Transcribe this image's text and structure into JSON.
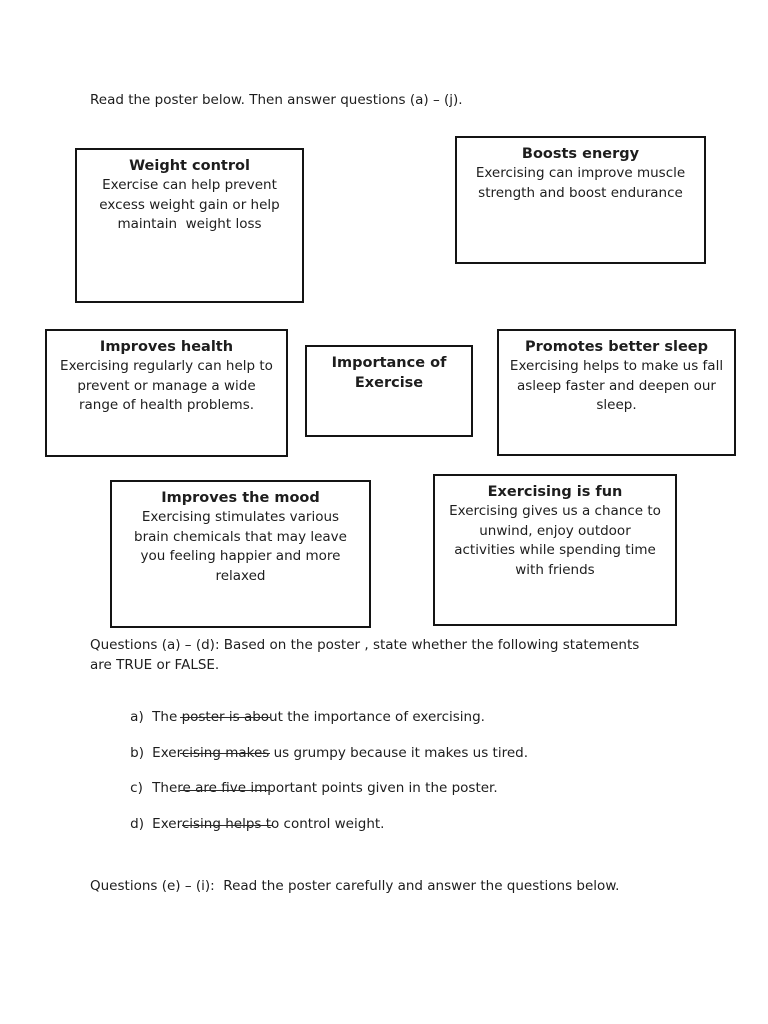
{
  "instruction": "Read the poster below. Then answer questions (a) – (j).",
  "poster": {
    "center_title": "Importance of\nExercise",
    "boxes": [
      {
        "title": "Weight control",
        "body": "Exercise can help prevent\nexcess weight gain or help\nmaintain  weight loss"
      },
      {
        "title": "Boosts energy",
        "body": "Exercising can improve muscle\nstrength and boost endurance"
      },
      {
        "title": "Improves health",
        "body": "Exercising regularly can help to\nprevent or manage a wide\nrange of health problems."
      },
      {
        "title": "Promotes better sleep",
        "body": "Exercising helps to make us fall\nasleep faster and deepen our\nsleep."
      },
      {
        "title": "Improves the mood",
        "body": "Exercising stimulates various\nbrain chemicals that may leave\nyou feeling happier and more\nrelaxed"
      },
      {
        "title": "Exercising is fun",
        "body": "Exercising gives us a chance to\nunwind, enjoy outdoor\nactivities while spending time\nwith friends"
      }
    ]
  },
  "questions_ad": {
    "intro": "Questions (a) – (d): Based on the poster , state whether the following statements are TRUE or FALSE.",
    "items": [
      {
        "label": "a)",
        "text": "The poster is about the importance of exercising."
      },
      {
        "label": "b)",
        "text": "Exercising makes us grumpy because it makes us tired."
      },
      {
        "label": "c)",
        "text": "There are five important points given in the poster."
      },
      {
        "label": "d)",
        "text": "Exercising helps to control weight."
      }
    ]
  },
  "questions_ei": {
    "intro": "Questions (e) – (i):  Read the poster carefully and answer the questions below."
  }
}
